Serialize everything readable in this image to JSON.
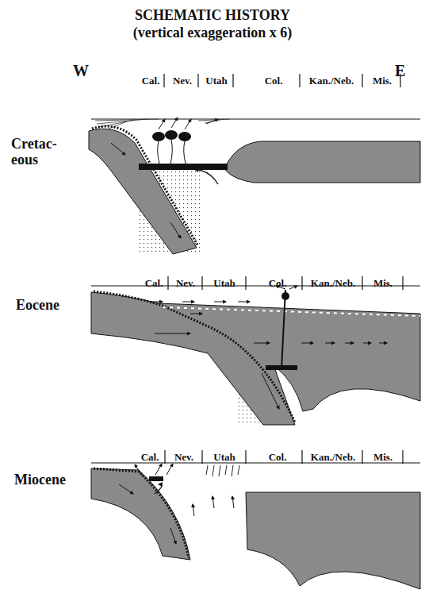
{
  "diagram": {
    "title": "SCHEMATIC HISTORY",
    "labels": [
      "(vertical exaggeration x 6)",
      "W",
      "E",
      "Cretac- eous",
      "Cal.",
      "Nev.",
      "Utah",
      "Col.",
      "Kan./Neb.",
      "Mis.",
      "Eocene",
      "Cal.",
      "Nev.",
      "Utah",
      "Col.",
      "Kan./Neb.",
      "Mis.",
      "Miocene",
      "Cal.",
      "Nev.",
      "Utah",
      "Col.",
      "Kan./Neb.",
      "Mis."
    ]
  }
}
